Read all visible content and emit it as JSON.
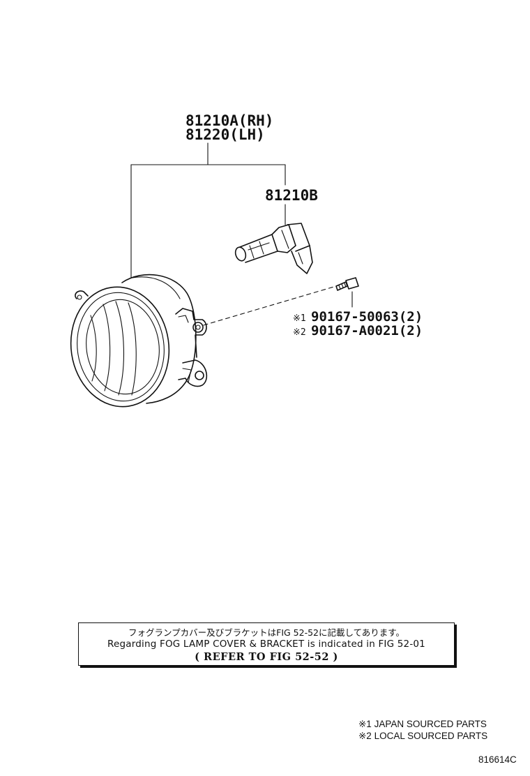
{
  "parts": {
    "assembly_rh": "81210A(RH)",
    "assembly_lh": "81220(LH)",
    "bulb": "81210B",
    "screw_1_mark": "※1",
    "screw_1": "90167-50063(2)",
    "screw_2_mark": "※2",
    "screw_2": "90167-A0021(2)"
  },
  "note": {
    "japanese": "フォグランプカバー及びブラケットはFIG 52-52に記載してあります。",
    "english": "Regarding FOG LAMP COVER & BRACKET is indicated in FIG 52-01",
    "refer": "( REFER TO FIG 52-52 )"
  },
  "legend": {
    "item_1": "※1 JAPAN SOURCED PARTS",
    "item_2": "※2 LOCAL SOURCED PARTS"
  },
  "illustration_code": "816614C"
}
